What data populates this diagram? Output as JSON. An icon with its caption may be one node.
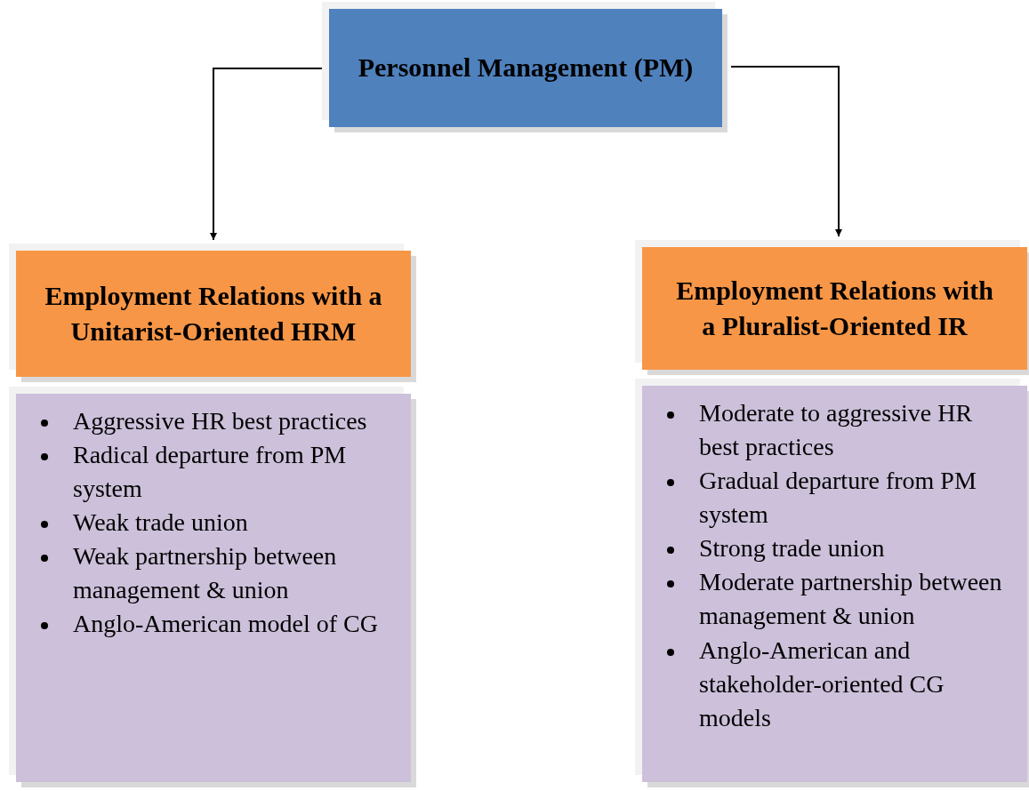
{
  "diagram": {
    "nodes": [
      {
        "text": [
          "Personnel Management (PM)"
        ]
      },
      {
        "text": [
          "Employment Relations with a Unitarist-Oriented HRM"
        ]
      },
      {
        "text": [
          "Aggressive HR best practices",
          "Radical departure from PM system",
          "Weak trade union",
          "Weak partnership between management & union",
          "Anglo-American model of CG"
        ]
      },
      {
        "text": [
          "Employment Relations with a Pluralist-Oriented IR"
        ]
      },
      {
        "text": [
          "Moderate to aggressive HR best practices",
          "Gradual departure from PM system",
          "Strong trade union",
          "Moderate partnership between management & union",
          "Anglo-American and stakeholder-oriented CG models"
        ]
      }
    ],
    "edges": [
      {
        "from": 0,
        "to": 1,
        "arrow": "to"
      },
      {
        "from": 0,
        "to": 3,
        "arrow": "to"
      }
    ]
  }
}
